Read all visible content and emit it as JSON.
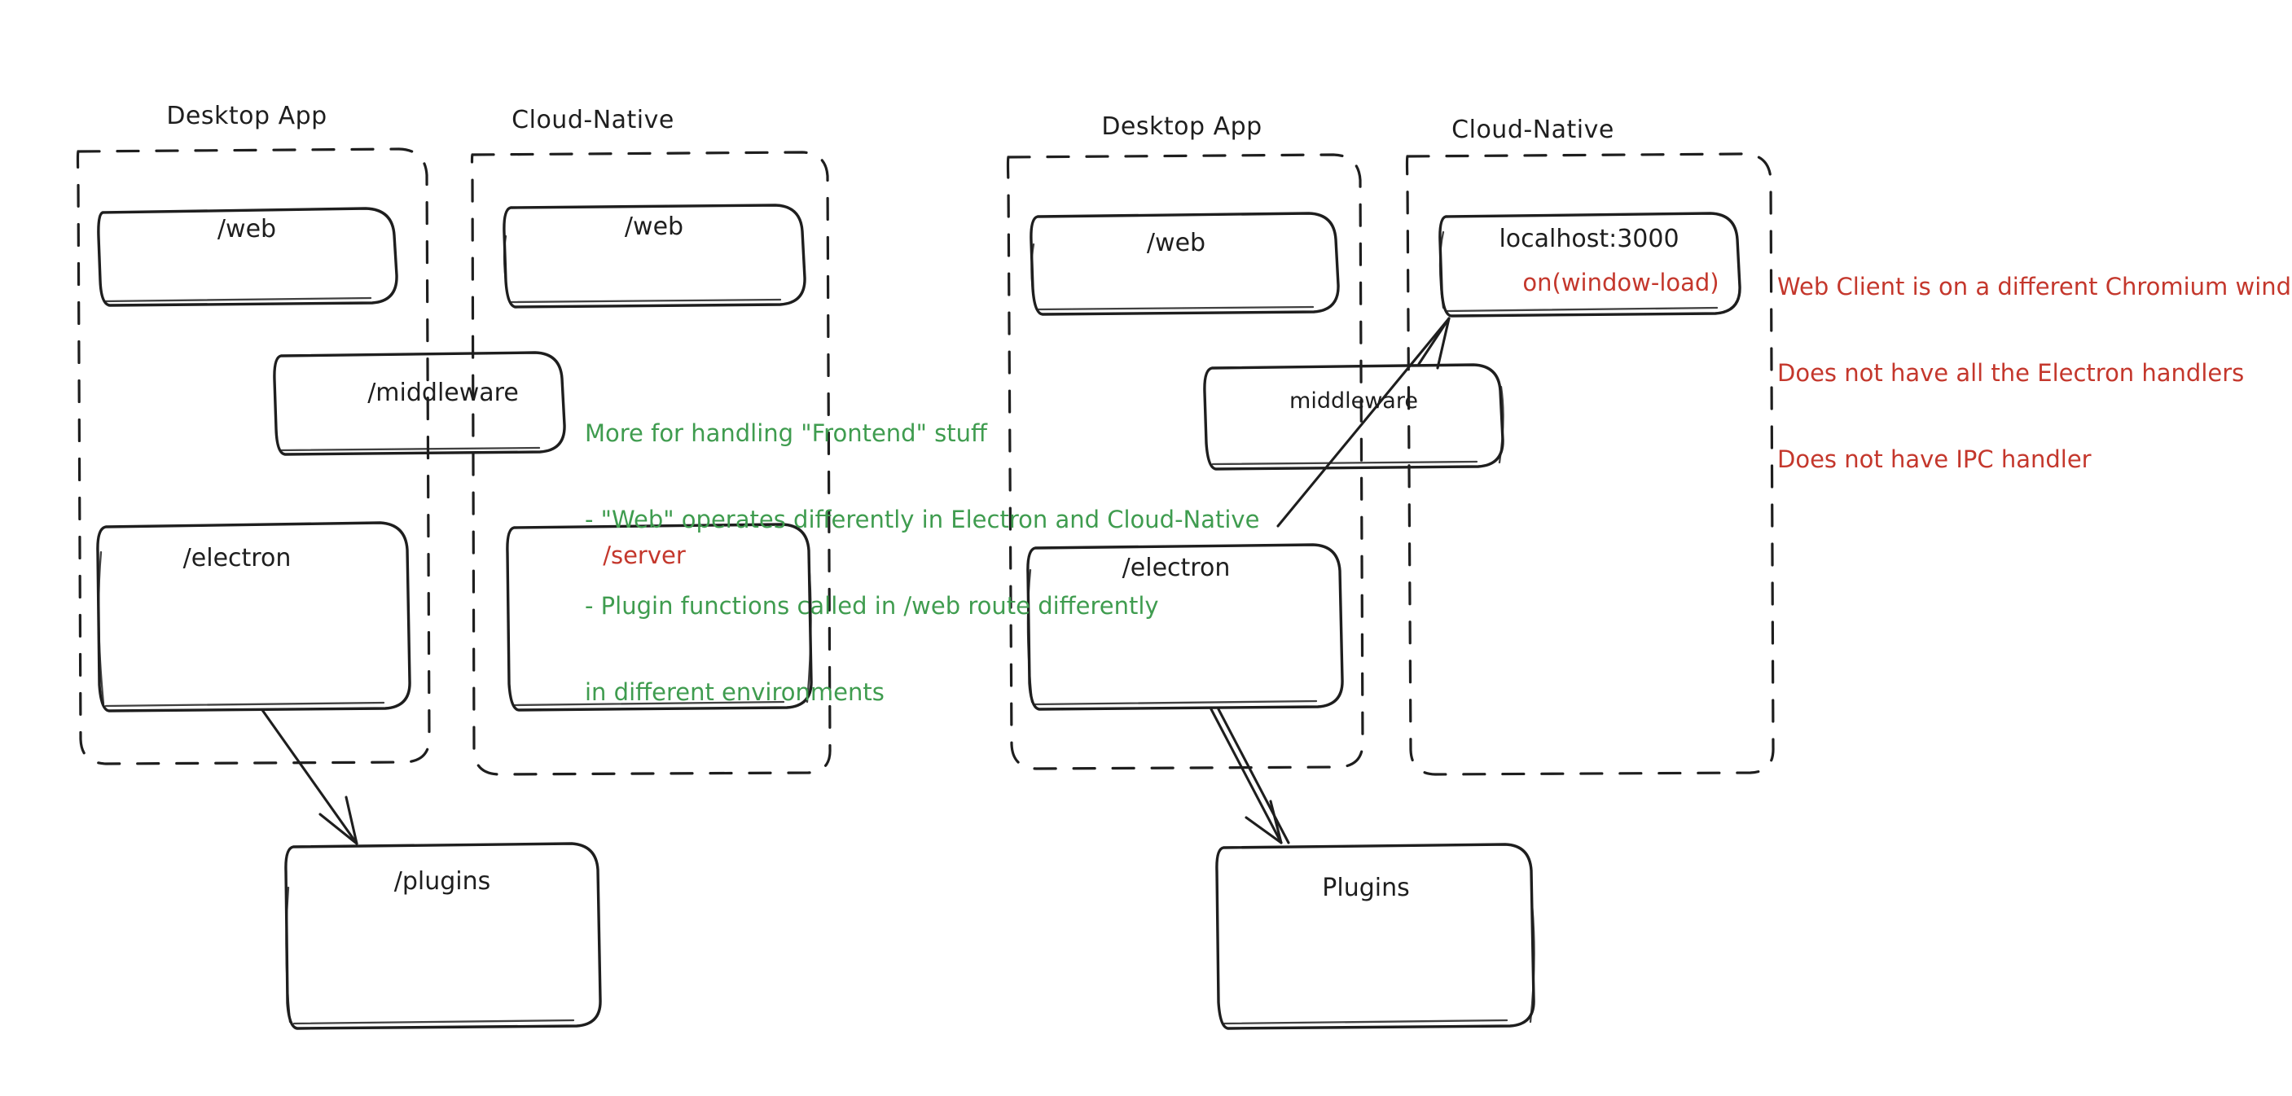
{
  "diagram": {
    "type": "architecture-sketch",
    "style": "hand-drawn",
    "colors": {
      "stroke": "#1e1e1e",
      "green_note": "#3f9c4f",
      "red_note": "#c4372c",
      "background": "#ffffff"
    }
  },
  "left_diagram": {
    "groups": [
      {
        "title": "Desktop App"
      },
      {
        "title": "Cloud-Native"
      }
    ],
    "nodes": {
      "desktop_web": "/web",
      "cloud_web": "/web",
      "middleware": "/middleware",
      "electron": "/electron",
      "server": "/server",
      "plugins": "/plugins"
    },
    "note_green": {
      "line1": "More for handling \"Frontend\" stuff",
      "line2": "- \"Web\" operates differently in Electron and Cloud-Native",
      "line3": "- Plugin functions called in /web route differently",
      "line4": "in different environments"
    }
  },
  "right_diagram": {
    "groups": [
      {
        "title": "Desktop App"
      },
      {
        "title": "Cloud-Native"
      }
    ],
    "nodes": {
      "desktop_web": "/web",
      "localhost": "localhost:3000",
      "localhost_sub": "on(window-load)",
      "middleware": "middleware",
      "electron": "/electron",
      "plugins": "Plugins"
    },
    "note_red": {
      "line1": "Web Client is on a different Chromium window",
      "line2": "Does not have all the Electron handlers",
      "line3": "Does not have IPC handler"
    }
  }
}
